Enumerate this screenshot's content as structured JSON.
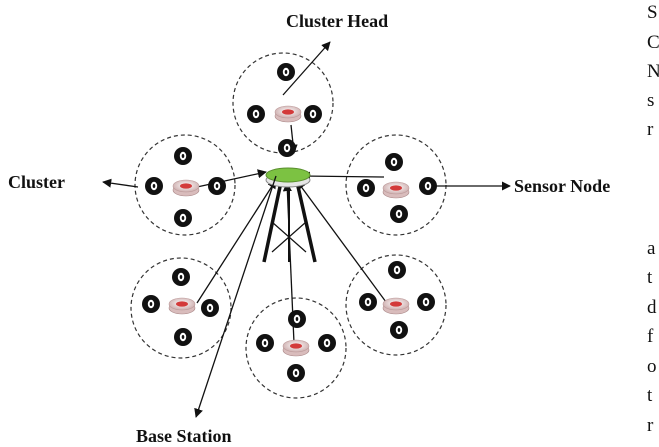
{
  "labels": {
    "cluster_head": "Cluster Head",
    "cluster": "Cluster",
    "sensor_node": "Sensor Node",
    "base_station": "Base Station"
  },
  "edge_text": [
    "S",
    "C",
    "N",
    "s",
    "r",
    "a",
    "t",
    "d",
    "f",
    "o",
    "t",
    "r"
  ],
  "colors": {
    "cluster_border": "#333333",
    "node_fill": "#111111",
    "head_accent": "#d33a3a",
    "base_top": "#7cc242",
    "arrow": "#111111"
  }
}
